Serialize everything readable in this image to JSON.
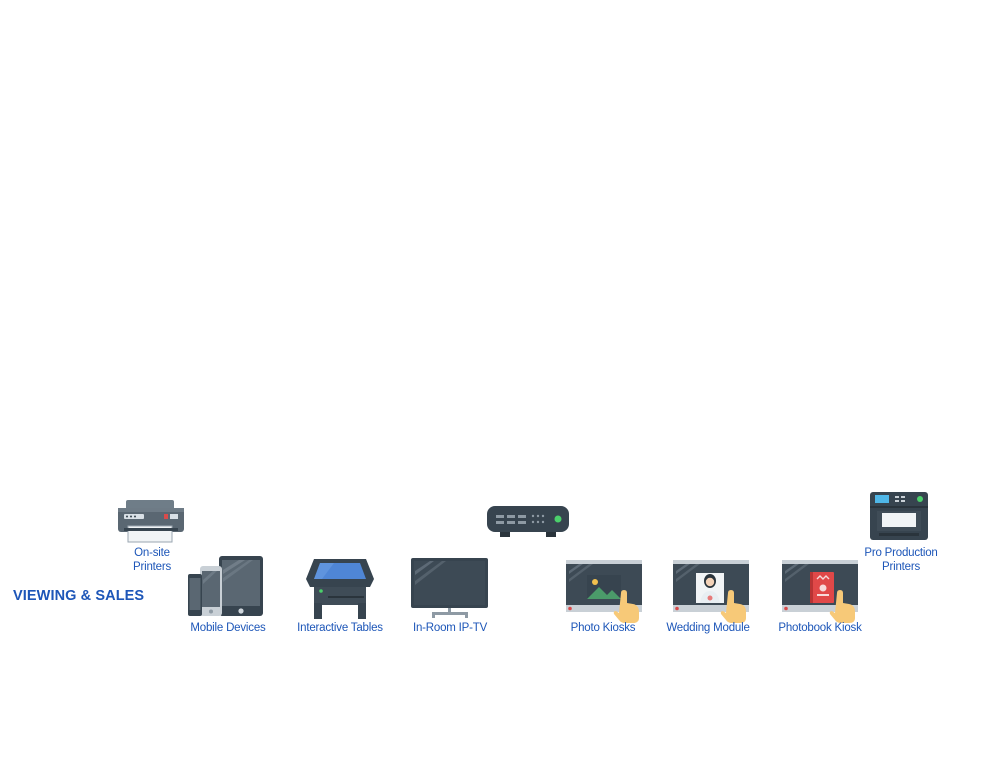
{
  "section": {
    "title": "VIEWING & SALES"
  },
  "items": {
    "onsite_printers": {
      "label_line1": "On-site",
      "label_line2": "Printers",
      "icon": "desktop-printer-icon"
    },
    "mobile_devices": {
      "label": "Mobile Devices",
      "icon": "phone-tablet-icon"
    },
    "interactive_tables": {
      "label": "Interactive Tables",
      "icon": "touch-table-icon"
    },
    "inroom_iptv": {
      "label": "In-Room IP-TV",
      "icon": "tv-icon"
    },
    "settop_box": {
      "icon": "set-top-box-icon"
    },
    "photo_kiosks": {
      "label": "Photo Kiosks",
      "icon": "photo-kiosk-icon"
    },
    "wedding_module": {
      "label": "Wedding Module",
      "icon": "wedding-kiosk-icon"
    },
    "photobook_kiosk": {
      "label": "Photobook Kiosk",
      "icon": "photobook-kiosk-icon"
    },
    "pro_printers": {
      "label_line1": "Pro Production",
      "label_line2": "Printers",
      "icon": "production-printer-icon"
    }
  },
  "colors": {
    "accent": "#1d56b8",
    "device_dark": "#37444f",
    "device_mid": "#5a6772",
    "screen_blue": "#4f86d6",
    "green_led": "#4bd06b",
    "hand": "#f7c978"
  }
}
